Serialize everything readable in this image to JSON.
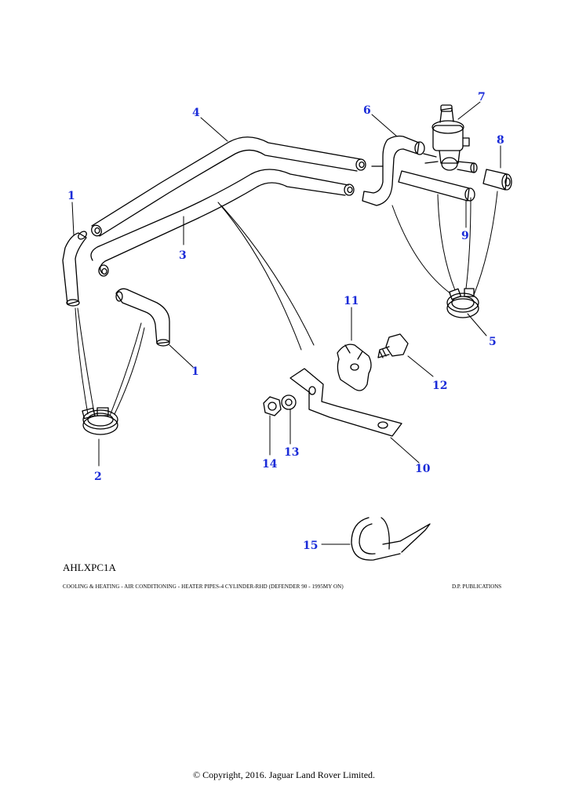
{
  "diagram": {
    "code": "AHLXPC1A",
    "caption": "COOLING & HEATING - AIR CONDITIONING - HEATER PIPES-4 CYLINDER-RHD (DEFENDER 90 - 1995MY ON)",
    "publisher": "D.P. PUBLICATIONS",
    "copyright": "© Copyright, 2016. Jaguar Land Rover Limited.",
    "callouts": {
      "c1a": "1",
      "c1b": "1",
      "c2": "2",
      "c3": "3",
      "c4": "4",
      "c5": "5",
      "c6": "6",
      "c7": "7",
      "c8": "8",
      "c9": "9",
      "c10": "10",
      "c11": "11",
      "c12": "12",
      "c13": "13",
      "c14": "14",
      "c15": "15"
    },
    "colors": {
      "callout": "#1a2bd8",
      "line": "#000000",
      "background": "#ffffff"
    }
  }
}
